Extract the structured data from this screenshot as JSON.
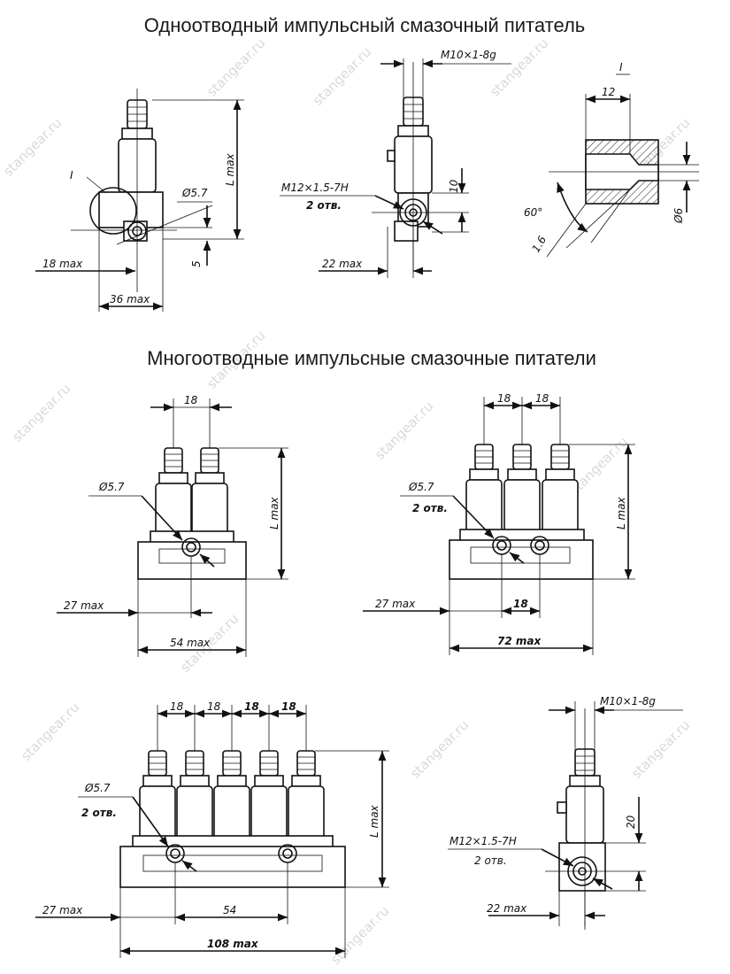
{
  "titles": {
    "single": "Одноотводный импульсный смазочный питатель",
    "multi": "Многоотводные импульсные смазочные питатели"
  },
  "watermark": "stangear.ru",
  "single_front": {
    "view_label": "I",
    "dia": "Ø5.7",
    "lmax": "L max",
    "d18max": "18 max",
    "d36max": "36 max",
    "d5": "5"
  },
  "single_side": {
    "thread_top": "M10×1-8g",
    "thread_side": "M12×1.5-7H",
    "holes": "2 отв.",
    "d10": "10",
    "d22max": "22 max"
  },
  "detail": {
    "label": "I",
    "d12": "12",
    "angle": "60°",
    "d16": "1.6",
    "d6": "Ø6"
  },
  "two_outlet": {
    "d18": "18",
    "dia": "Ø5.7",
    "lmax": "L max",
    "d27max": "27 max",
    "d54max": "54 max"
  },
  "three_outlet": {
    "d18a": "18",
    "d18b": "18",
    "dia": "Ø5.7",
    "holes": "2 отв.",
    "lmax": "L max",
    "d27max": "27 max",
    "d18c": "18",
    "d72max": "72 max"
  },
  "five_outlet": {
    "d18a": "18",
    "d18b": "18",
    "d18c": "18",
    "d18d": "18",
    "dia": "Ø5.7",
    "holes": "2 отв.",
    "lmax": "L max",
    "d27max": "27 max",
    "d54": "54",
    "d108max": "108 max"
  },
  "multi_side": {
    "thread_top": "M10×1-8g",
    "thread_side": "M12×1.5-7H",
    "holes": "2 отв.",
    "d20": "20",
    "d22max": "22 max"
  }
}
